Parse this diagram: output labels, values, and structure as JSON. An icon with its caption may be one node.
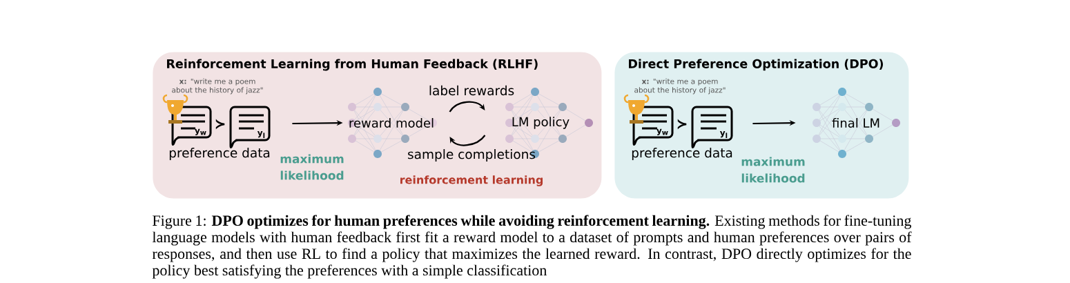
{
  "diagram": {
    "caption": "Figure 1: **DPO optimizes for human preferences while avoiding reinforcement learning.** Existing methods for fine-tuning language models with human feedback first fit a reward model to a dataset of prompts and human preferences over pairs of responses, and then use RL to find a policy that maximizes the learned reward. In contrast, DPO directly optimizes for the policy best satisfying the preferences with a simple classification",
    "nodes": [
      {
        "text": [
          "Reinforcement Learning from Human Feedback (RLHF)"
        ]
      },
      {
        "text": [
          "y$_{w}$"
        ],
        "in": 0
      },
      {
        "text": [
          "y$_{l}$"
        ],
        "in": 0
      },
      {
        "text": [
          "reward model"
        ],
        "in": 0
      },
      {
        "text": [
          "LM policy"
        ],
        "in": 0
      },
      {
        "text": [
          "Direct Preference Optimization (DPO)"
        ]
      },
      {
        "text": [
          "y$_{w}$"
        ],
        "in": 5
      },
      {
        "text": [
          "y$_{l}$"
        ],
        "in": 5
      },
      {
        "text": [
          "final LM"
        ],
        "in": 5
      }
    ],
    "edges": [
      {
        "from": 2,
        "to": 3,
        "arrow": "to",
        "label": "maximum likelihood"
      },
      {
        "from": 3,
        "to": 4,
        "arrow": "to",
        "label": "label rewards"
      },
      {
        "from": 4,
        "to": 3,
        "arrow": "to",
        "label": "sample completions"
      },
      {
        "from": 7,
        "to": 8,
        "arrow": "to",
        "label": "maximum likelihood"
      }
    ],
    "labels": [
      "**x:** \"write me a poem about the history of jazz\"",
      "≻",
      "preference data",
      "reinforcement learning",
      "**x:** \"write me a poem about the history of jazz\"",
      "≻",
      "preference data"
    ]
  }
}
